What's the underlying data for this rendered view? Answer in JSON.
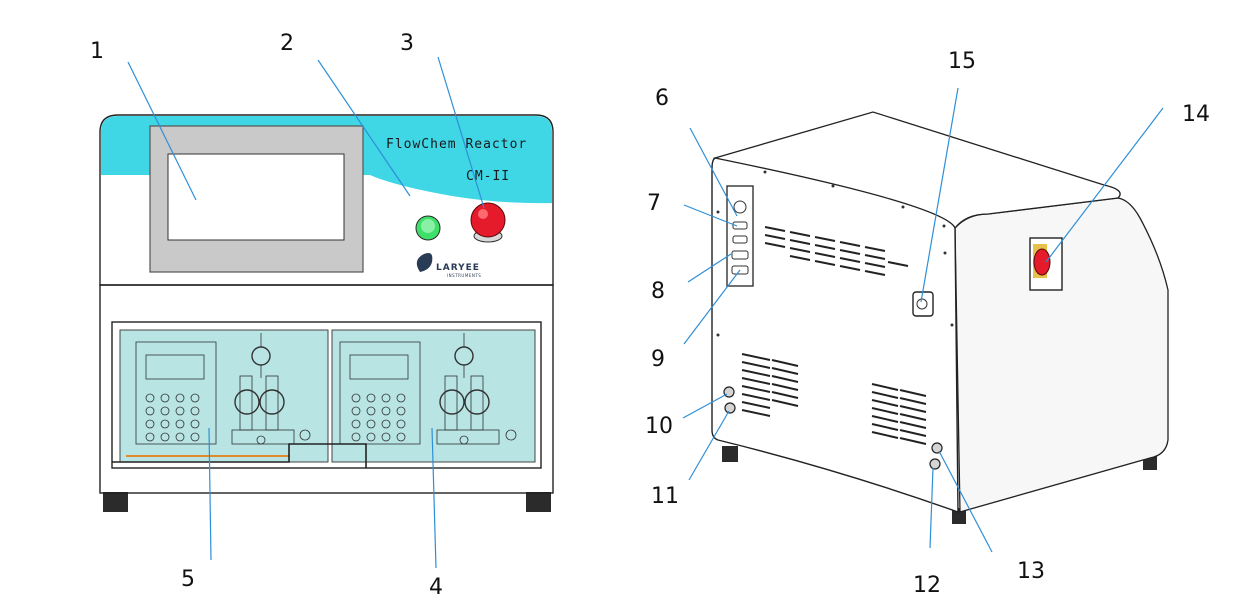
{
  "front_view": {
    "brand_line1": "FlowChem Reactor",
    "brand_line2": "CM-II",
    "logo_text": "LARYEE",
    "logo_subtext": "INSTRUMENTS"
  },
  "callouts": {
    "c1": "1",
    "c2": "2",
    "c3": "3",
    "c4": "4",
    "c5": "5",
    "c6": "6",
    "c7": "7",
    "c8": "8",
    "c9": "9",
    "c10": "10",
    "c11": "11",
    "c12": "12",
    "c13": "13",
    "c14": "14",
    "c15": "15"
  },
  "colors": {
    "accent_cyan": "#3fd6e6",
    "leader_blue": "#2f8fd6",
    "pump_panel": "#b8e4e4",
    "green_button": "#3fe06a",
    "red_button": "#e51a2a"
  }
}
